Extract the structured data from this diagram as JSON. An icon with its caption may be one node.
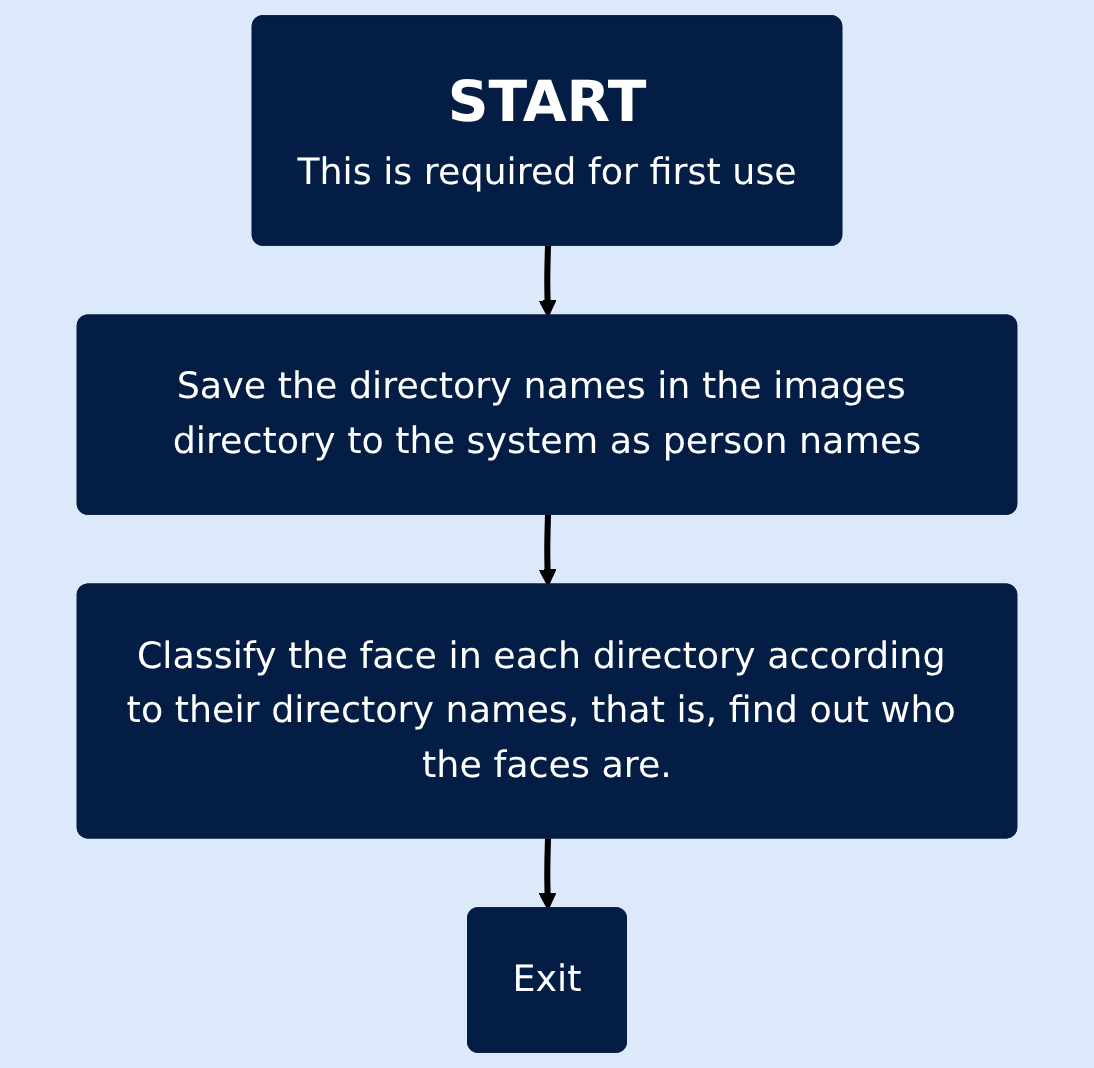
{
  "diagram": {
    "nodes": [
      {
        "text": [
          "START",
          "This is required for first use"
        ]
      },
      {
        "text": [
          "Save the directory names in the images directory to the system as person names"
        ]
      },
      {
        "text": [
          "Classify the face in each directory according to their directory names, that is, find out who the faces are."
        ]
      },
      {
        "text": [
          "Exit"
        ]
      }
    ],
    "edges": [
      {
        "from": 0,
        "to": 1,
        "arrow": "to"
      },
      {
        "from": 1,
        "to": 2,
        "arrow": "to"
      },
      {
        "from": 2,
        "to": 3,
        "arrow": "to"
      }
    ]
  }
}
